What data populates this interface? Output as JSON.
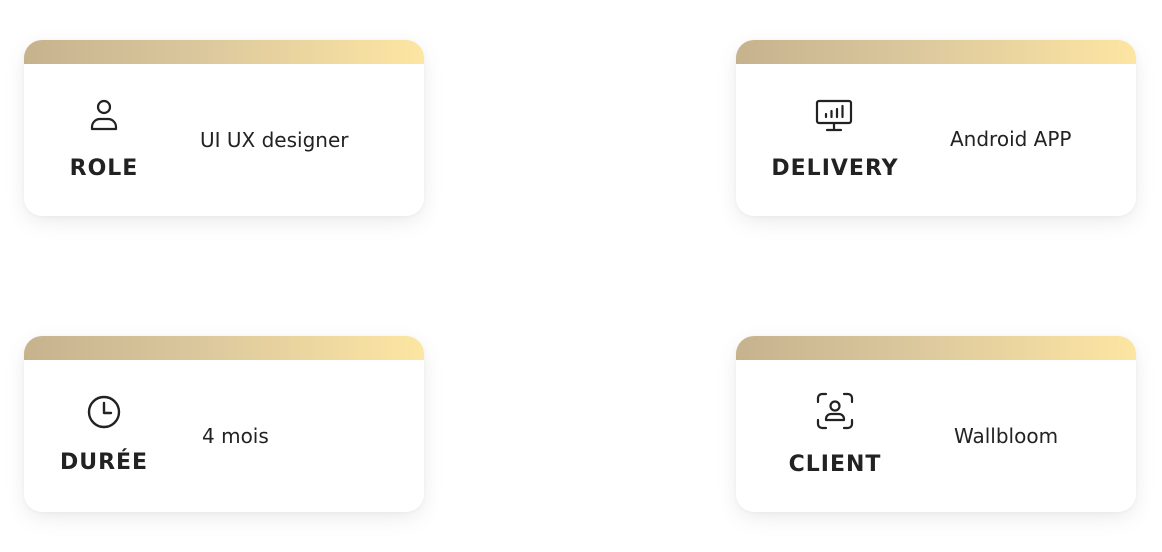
{
  "cards": [
    {
      "label": "ROLE",
      "value": "UI UX designer",
      "icon": "user-icon"
    },
    {
      "label": "DELIVERY",
      "value": "Android APP",
      "icon": "monitor-chart-icon"
    },
    {
      "label": "DURÉE",
      "value": "4 mois",
      "icon": "clock-icon"
    },
    {
      "label": "CLIENT",
      "value": "Wallbloom",
      "icon": "face-scan-icon"
    }
  ],
  "colors": {
    "bar_gradient_start": "#c6b38e",
    "bar_gradient_end": "#fde6a2",
    "text": "#222222",
    "card_background": "#ffffff"
  }
}
